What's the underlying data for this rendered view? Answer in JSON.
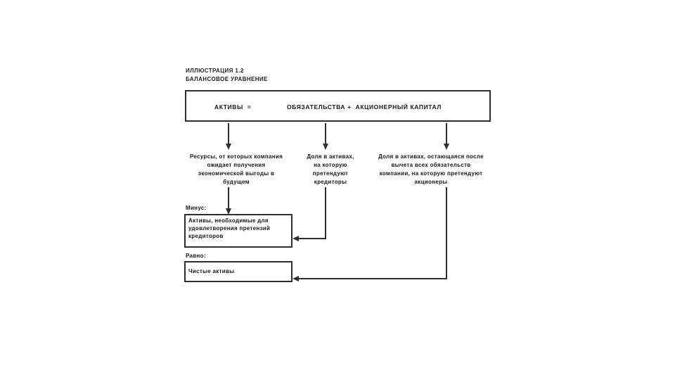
{
  "slide": {
    "title_line1": "ИЛЛЮСТРАЦИЯ 1.2",
    "title_line2": "БАЛАНСОВОЕ УРАВНЕНИЕ"
  },
  "equation": {
    "assets_term": "АКТИВЫ  =",
    "right_terms": "ОБЯЗАТЕЛЬСТВА +  АКЦИОНЕРНЫЙ КАПИТАЛ"
  },
  "definitions": {
    "assets": "Ресурсы, от которых компания\nожидает получения\nэкономической выгоды в\nбудущем",
    "liabilities": "Доля в активах,\nна которую\nпретендуют\nкредиторы",
    "equity": "Доля в активах, остающаяся после\nвычета всех обязательств\nкомпании, на которую претендуют\nакционеры"
  },
  "minus_section": {
    "label": "Минус:",
    "box_text": "Активы, необходимые для\nудовлетворения претензий\nкредиторов"
  },
  "equals_section": {
    "label": "Равно:",
    "box_text": "Чистые активы"
  },
  "colors": {
    "ink": "#1a1a1a",
    "line": "#2e2e2e",
    "background": "#ffffff"
  }
}
